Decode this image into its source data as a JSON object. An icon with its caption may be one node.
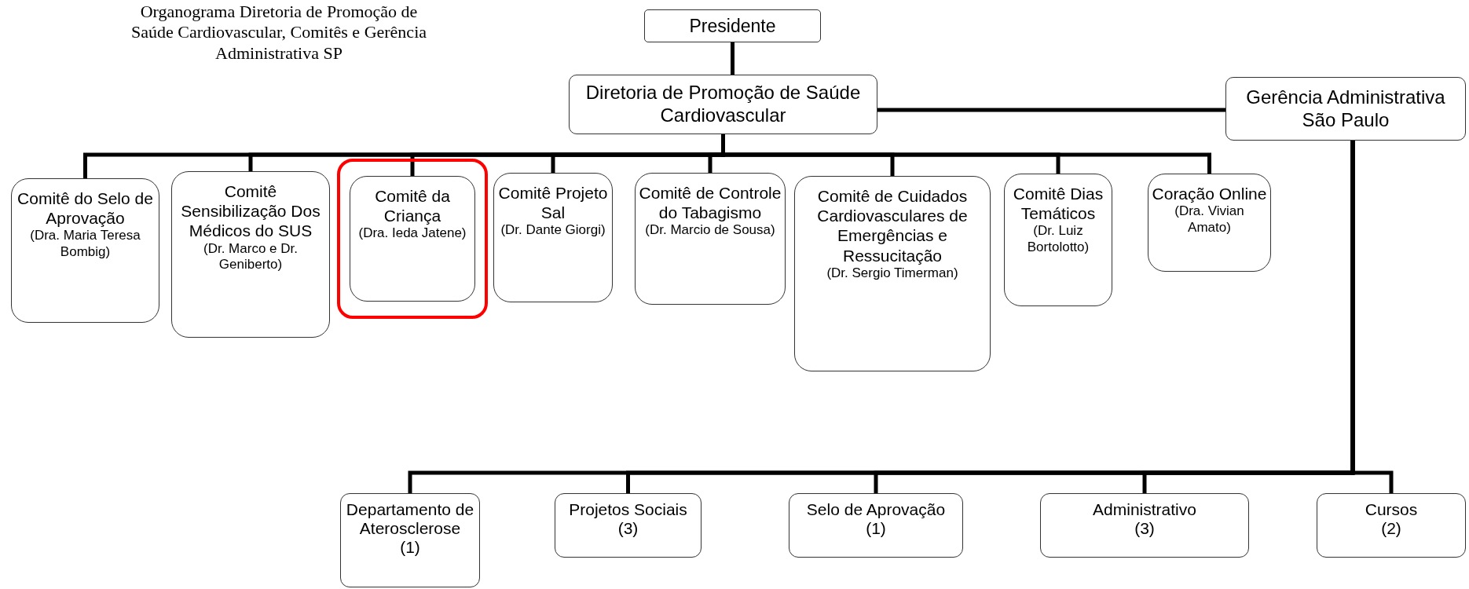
{
  "diagram": {
    "title": "Organograma Diretoria de Promoção de Saúde Cardiovascular, Comitês e Gerência Administrativa SP",
    "nodes": [
      {
        "text": [
          "Presidente"
        ]
      },
      {
        "text": [
          "Diretoria de Promoção de Saúde Cardiovascular"
        ]
      },
      {
        "text": [
          "Gerência Administrativa São Paulo"
        ]
      },
      {
        "text": [
          "Comitê do Selo de Aprovação",
          "(Dra. Maria Teresa Bombig)"
        ]
      },
      {
        "text": [
          "Comitê Sensibilização Dos Médicos do SUS",
          "(Dr. Marco e Dr. Geniberto)"
        ]
      },
      {
        "text": [
          "Comitê da Criança",
          "(Dra. Ieda Jatene)"
        ]
      },
      {
        "text": [
          "Comitê Projeto Sal",
          "(Dr. Dante Giorgi)"
        ]
      },
      {
        "text": [
          "Comitê de Controle do Tabagismo",
          "(Dr. Marcio de Sousa)"
        ]
      },
      {
        "text": [
          "Comitê de Cuidados Cardiovasculares de Emergências e Ressucitação",
          "(Dr. Sergio Timerman)"
        ]
      },
      {
        "text": [
          "Comitê Dias Temáticos",
          "(Dr. Luiz Bortolotto)"
        ]
      },
      {
        "text": [
          "Coração Online",
          "(Dra. Vivian Amato)"
        ]
      },
      {
        "text": [
          "Departamento de Aterosclerose",
          "(1)"
        ]
      },
      {
        "text": [
          "Projetos Sociais",
          "(3)"
        ]
      },
      {
        "text": [
          "Selo de Aprovação",
          "(1)"
        ]
      },
      {
        "text": [
          "Administrativo",
          "(3)"
        ]
      },
      {
        "text": [
          "Cursos",
          "(2)"
        ]
      }
    ],
    "edges": [
      {
        "from": 0,
        "to": 1,
        "arrow": "none"
      },
      {
        "from": 1,
        "to": 2,
        "arrow": "none"
      },
      {
        "from": 1,
        "to": 3,
        "arrow": "none"
      },
      {
        "from": 1,
        "to": 4,
        "arrow": "none"
      },
      {
        "from": 1,
        "to": 5,
        "arrow": "none"
      },
      {
        "from": 1,
        "to": 6,
        "arrow": "none"
      },
      {
        "from": 1,
        "to": 7,
        "arrow": "none"
      },
      {
        "from": 1,
        "to": 8,
        "arrow": "none"
      },
      {
        "from": 1,
        "to": 9,
        "arrow": "none"
      },
      {
        "from": 1,
        "to": 10,
        "arrow": "none"
      },
      {
        "from": 2,
        "to": 11,
        "arrow": "none"
      },
      {
        "from": 2,
        "to": 12,
        "arrow": "none"
      },
      {
        "from": 2,
        "to": 13,
        "arrow": "none"
      },
      {
        "from": 2,
        "to": 14,
        "arrow": "none"
      },
      {
        "from": 2,
        "to": 15,
        "arrow": "none"
      }
    ]
  }
}
